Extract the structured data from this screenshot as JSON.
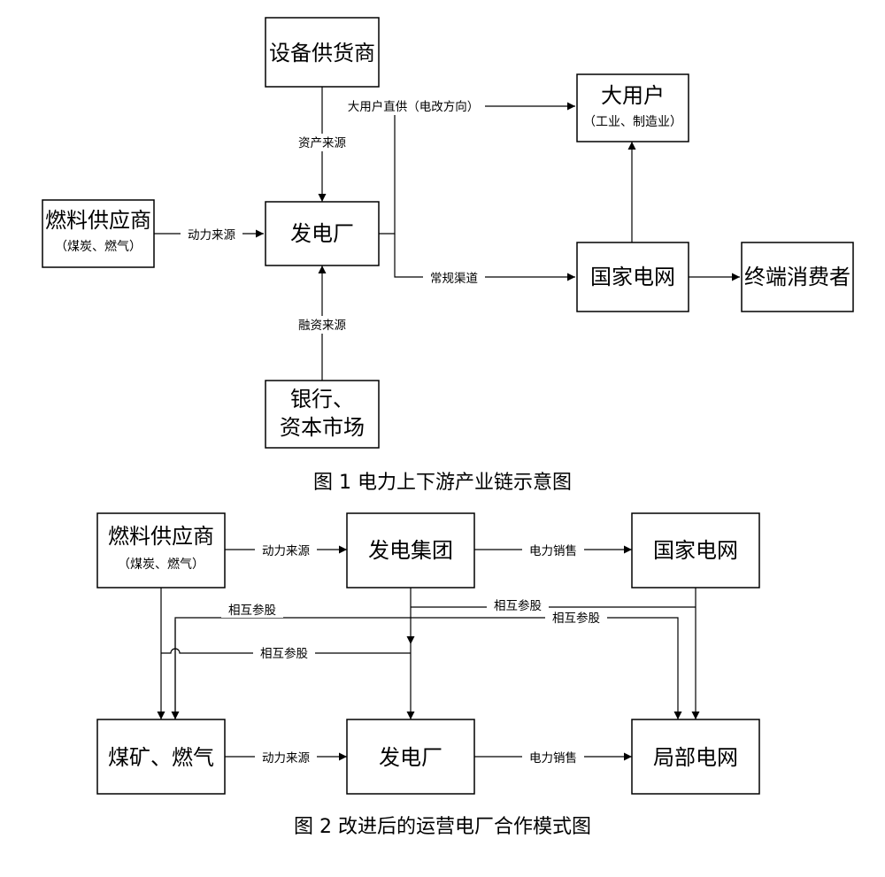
{
  "figure1": {
    "caption": "图 1  电力上下游产业链示意图",
    "nodes": {
      "equipment": "设备供货商",
      "fuel": "燃料供应商",
      "fuel_sub": "（煤炭、燃气）",
      "plant": "发电厂",
      "bank_line1": "银行、",
      "bank_line2": "资本市场",
      "big_user": "大用户",
      "big_user_sub": "（工业、制造业）",
      "grid": "国家电网",
      "consumer": "终端消费者"
    },
    "edges": {
      "asset": "资产来源",
      "power_source": "动力来源",
      "finance": "融资来源",
      "direct": "大用户直供（电改方向）",
      "regular": "常规渠道"
    }
  },
  "figure2": {
    "caption": "图 2  改进后的运营电厂合作模式图",
    "nodes": {
      "fuel": "燃料供应商",
      "fuel_sub": "（煤炭、燃气）",
      "group": "发电集团",
      "grid": "国家电网",
      "mine": "煤矿、燃气",
      "plant": "发电厂",
      "local_grid": "局部电网"
    },
    "edges": {
      "power_source_top": "动力来源",
      "sales_top": "电力销售",
      "mutual_1": "相互参股",
      "mutual_2": "相互参股",
      "mutual_3": "相互参股",
      "mutual_4": "相互参股",
      "power_source_bottom": "动力来源",
      "sales_bottom": "电力销售"
    }
  }
}
